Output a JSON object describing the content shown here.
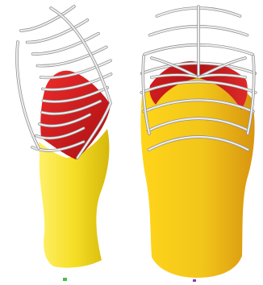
{
  "colors": {
    "background": "#ffffff",
    "ribs": "#d8d8d8",
    "rib_shadow": "#8a8a8a",
    "heart_red": "#d91c1c",
    "heart_dark": "#8f0f10",
    "body_yellow": "#f2d21d",
    "body_shade": "#e1a20f",
    "marker_green": "#4bbf43",
    "marker_purple": "#8a3fa0"
  },
  "figures": [
    {
      "view": "side-view",
      "icon": "torso-model-side"
    },
    {
      "view": "front-view",
      "icon": "torso-model-front"
    }
  ]
}
